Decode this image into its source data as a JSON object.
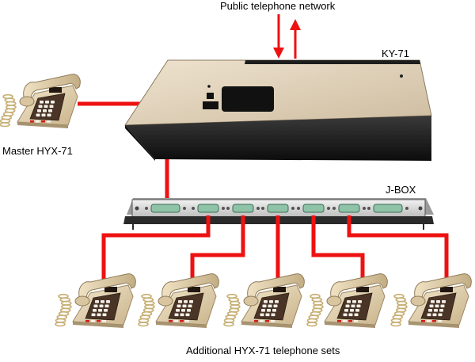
{
  "labels": {
    "network": "Public telephone network",
    "ky": "KY-71",
    "jbox": "J-BOX",
    "master": "Master HYX-71",
    "additional": "Additional HYX-71 telephone sets"
  },
  "colors": {
    "cable": "#ee1111",
    "arrow": "#ee1111",
    "cabinet_top": "#e3d5bf",
    "cabinet_front": "#242424",
    "cabinet_side": "#161616",
    "jbox_body": "#dcdcdc",
    "connector": "#8fc3a8",
    "phone_body": "#e7d8b8",
    "phone_handset": "#d9c6a0",
    "phone_keypad_plate": "#4a3426",
    "cord": "#c7ae72"
  },
  "connectors": {
    "jbox_ports": 7,
    "extension_sets": 5
  }
}
